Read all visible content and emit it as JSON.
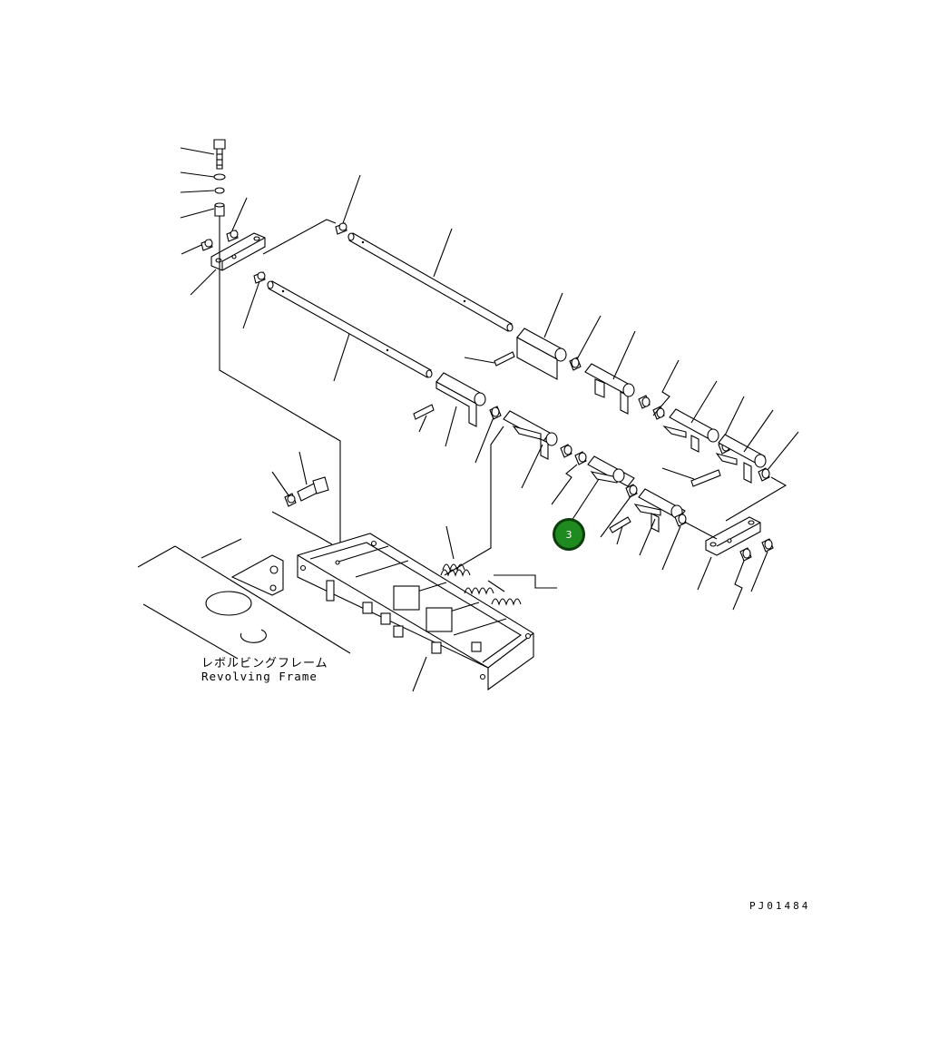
{
  "labels": {
    "frame_jp": "レボルビングフレーム",
    "frame_en": "Revolving Frame",
    "drawing_code": "PJ01484"
  },
  "callout": {
    "number": "3",
    "color": "#1f8a1f",
    "border_color": "#0b3e0b"
  }
}
